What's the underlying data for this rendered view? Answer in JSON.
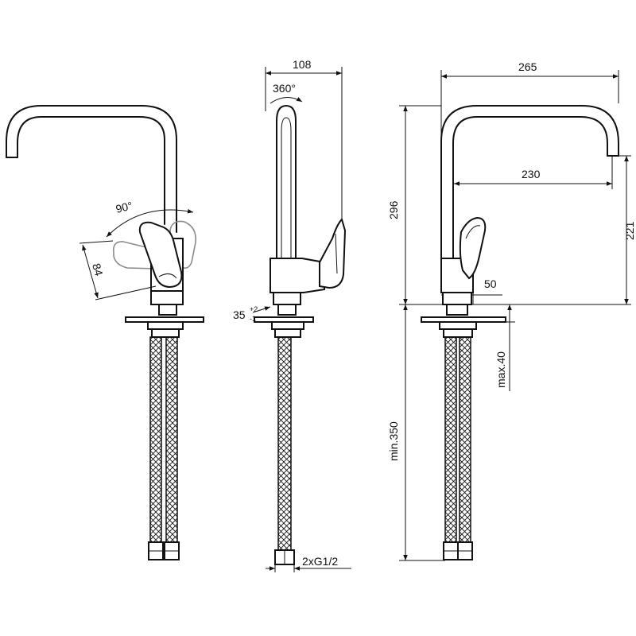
{
  "dimensions": {
    "depth": "108",
    "rotation": "360°",
    "width": "265",
    "height": "296",
    "reach": "230",
    "spout_height": "221",
    "handle_angle": "90°",
    "handle_length": "84",
    "base_width": "50",
    "hole_diameter": "35",
    "hole_tol_plus": "+2",
    "hole_tol_minus": "-1",
    "deck_thickness": "max.40",
    "hose_length": "min.350",
    "connection": "2xG1/2"
  },
  "colors": {
    "line": "#111111",
    "ghost": "#8a8a8a",
    "background": "#ffffff"
  }
}
